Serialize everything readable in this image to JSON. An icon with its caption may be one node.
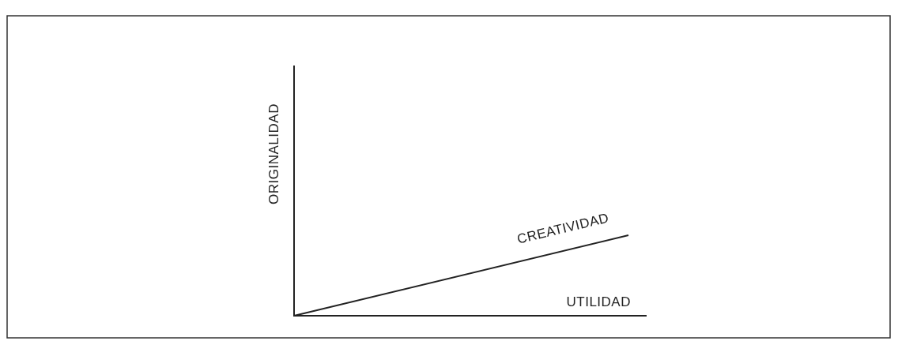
{
  "diagram": {
    "labels": [
      "ORIGINALIDAD",
      "CREATIVIDAD",
      "UTILIDAD"
    ]
  }
}
